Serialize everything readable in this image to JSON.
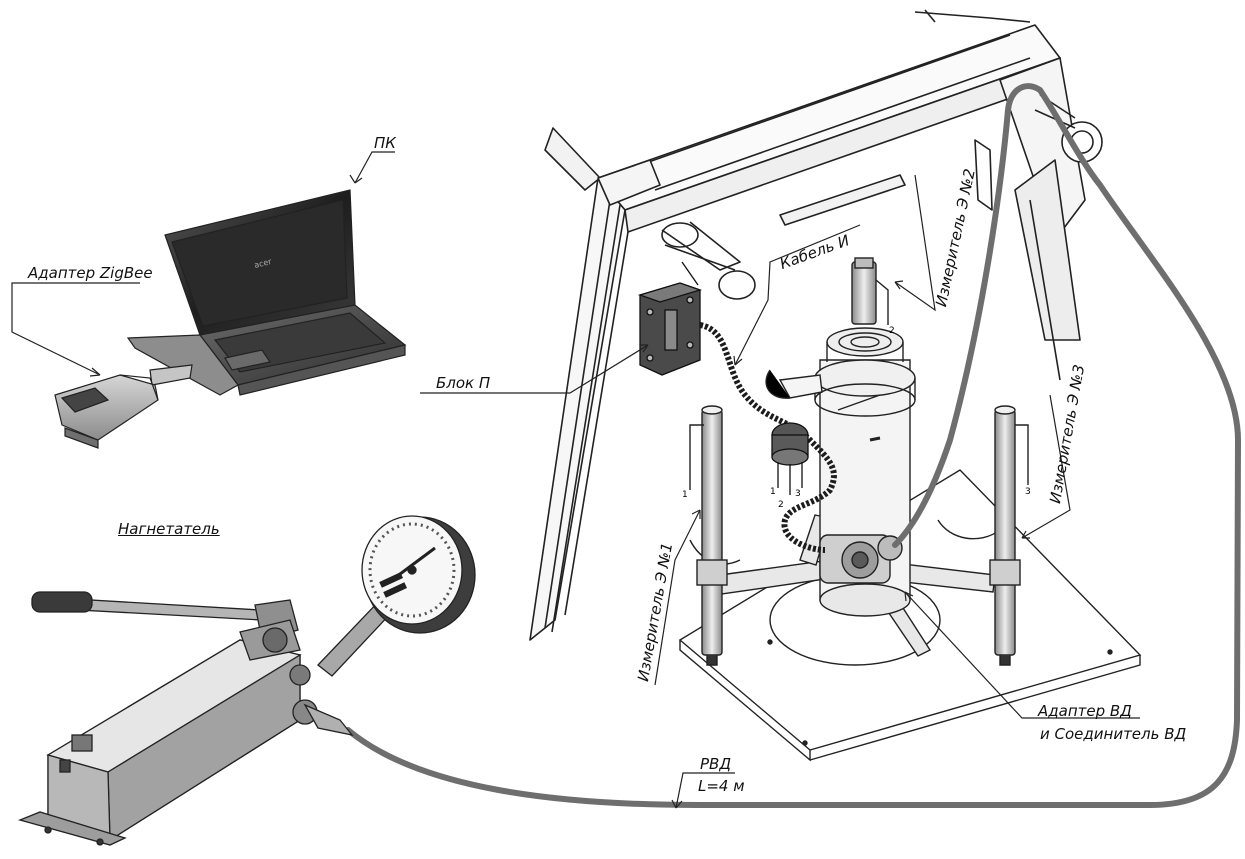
{
  "labels": {
    "pc": "ПК",
    "adapter_zigbee": "Адаптер ZigBee",
    "pump": "Нагнетатель",
    "block_p": "Блок П",
    "cable_i": "Кабель И",
    "meter_1": "Измеритель Э №1",
    "meter_2": "Измеритель Э №2",
    "meter_3": "Измеритель Э №3",
    "adapter_vd_line1": "Адаптер ВД",
    "adapter_vd_line2": "и Соединитель ВД",
    "hose_name": "РВД",
    "hose_length": "L=4 м",
    "laptop_brand": "acer"
  },
  "sensor_pins": {
    "meter_1": "1",
    "meter_2": "2",
    "meter_3": "3",
    "block_1": "1",
    "block_2": "2",
    "block_3": "3"
  },
  "colors": {
    "hose": "#6e6e6e",
    "cable": "#1c1c1c",
    "line": "#222222"
  }
}
